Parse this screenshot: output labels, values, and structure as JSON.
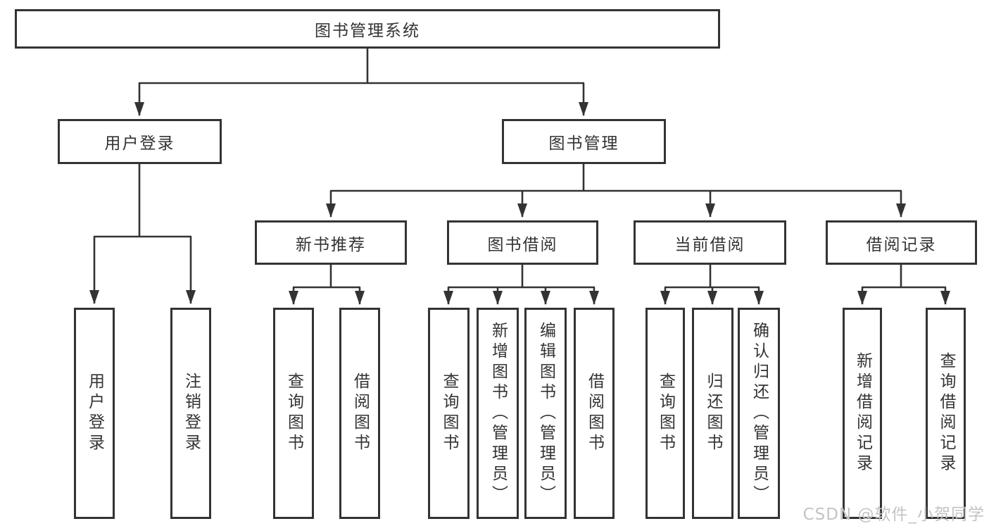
{
  "title": "图书管理系统",
  "branches": [
    {
      "label": "用户登录",
      "children": [
        {
          "label": "用户登录"
        },
        {
          "label": "注销登录"
        }
      ]
    },
    {
      "label": "图书管理",
      "children": [
        {
          "label": "新书推荐",
          "children": [
            {
              "label": "查询图书"
            },
            {
              "label": "借阅图书"
            }
          ]
        },
        {
          "label": "图书借阅",
          "children": [
            {
              "label": "查询图书"
            },
            {
              "label": "新增图书（管理员）"
            },
            {
              "label": "编辑图书（管理员）"
            },
            {
              "label": "借阅图书"
            }
          ]
        },
        {
          "label": "当前借阅",
          "children": [
            {
              "label": "查询图书"
            },
            {
              "label": "归还图书"
            },
            {
              "label": "确认归还（管理员）"
            }
          ]
        },
        {
          "label": "借阅记录",
          "children": [
            {
              "label": "新增借阅记录"
            },
            {
              "label": "查询借阅记录"
            }
          ]
        }
      ]
    }
  ],
  "colors": {
    "line": "#333333",
    "text": "#333333",
    "box_bg": "#ffffff",
    "watermark": "#c4c4c4"
  },
  "watermark": "CSDN @软件_小贺同学"
}
